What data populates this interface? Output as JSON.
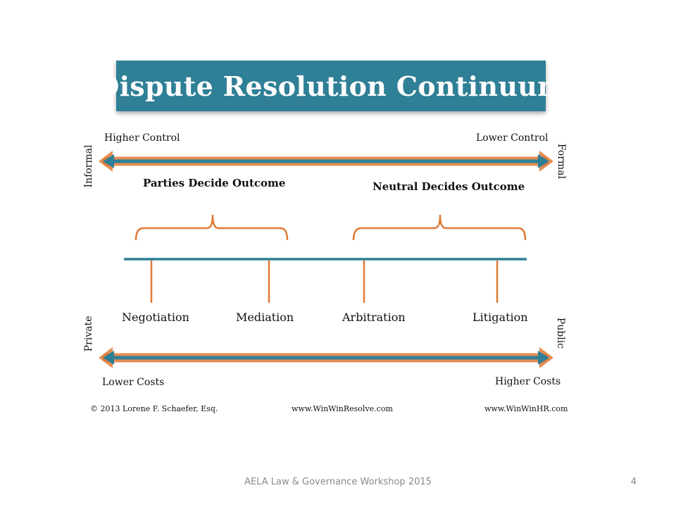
{
  "title": "Dispute Resolution Continuum",
  "top_axis": {
    "left_label": "Higher Control",
    "right_label": "Lower Control",
    "left_vertical": "Informal",
    "right_vertical": "Formal"
  },
  "groups": {
    "left": "Parties Decide Outcome",
    "right": "Neutral Decides Outcome"
  },
  "methods": [
    "Negotiation",
    "Mediation",
    "Arbitration",
    "Litigation"
  ],
  "bottom_axis": {
    "left_vertical": "Private",
    "right_vertical": "Public",
    "left_label": "Lower Costs",
    "right_label": "Higher Costs"
  },
  "credits": {
    "copyright": "© 2013 Lorene F. Schaefer, Esq.",
    "site1": "www.WinWinResolve.com",
    "site2": "www.WinWinHR.com"
  },
  "footer": {
    "text": "AELA Law & Governance Workshop 2015",
    "page_number": "4"
  },
  "colors": {
    "teal": "#2f7f96",
    "orange": "#e07a35"
  }
}
